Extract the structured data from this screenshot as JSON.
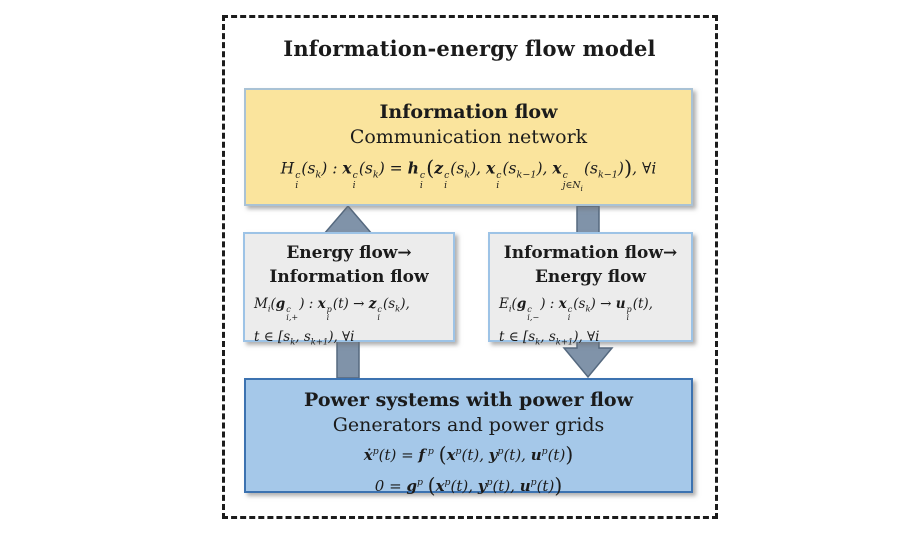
{
  "diagram": {
    "title": "Information-energy flow model",
    "info_box": {
      "heading": "Information flow",
      "subheading": "Communication network",
      "formula": "H<ss><ts>c</ts><bs>i</bs></ss>(s<sub>k</sub>) : <b>x</b><ss><ts>c</ts><bs>i</bs></ss>(s<sub>k</sub>) = <b>h</b><ss><ts>c</ts><bs>i</bs></ss><bp>(</bp><b>z</b><ss><ts>c</ts><bs>i</bs></ss>(s<sub>k</sub>), <b>x</b><ss><ts>c</ts><bs>i</bs></ss>(s<sub>k−1</sub>), <b>x</b><ss><ts>c</ts><bs>j∈N<sub>i</sub></bs></ss>(s<sub>k−1</sub>)<bp>)</bp>, ∀i"
    },
    "energy_to_info_box": {
      "heading_line1": "Energy flow→",
      "heading_line2": "Information flow",
      "formula_line1": "M<sub>i</sub>(<b>g</b><ss><ts>c</ts><bs>i,+</bs></ss>) : <b>x</b><ss><ts>p</ts><bs>i</bs></ss>(t) → <b>z</b><ss><ts>c</ts><bs>i</bs></ss>(s<sub>k</sub>),",
      "formula_line2": "t ∈ [s<sub>k</sub>, s<sub>k+1</sub>), ∀i"
    },
    "info_to_energy_box": {
      "heading_line1": "Information flow→",
      "heading_line2": "Energy flow",
      "formula_line1": "E<sub>i</sub>(<b>g</b><ss><ts>c</ts><bs>i,−</bs></ss>) : <b>x</b><ss><ts>c</ts><bs>i</bs></ss>(s<sub>k</sub>) → <b>u</b><ss><ts>p</ts><bs>i</bs></ss>(t),",
      "formula_line2": "t ∈ [s<sub>k</sub>, s<sub>k+1</sub>), ∀i"
    },
    "power_box": {
      "heading": "Power systems with power flow",
      "subheading": "Generators and power grids",
      "formula_line1": "<b>ẋ</b><sup>p</sup>(t) = <b>f</b><sup> p</sup> <bp>(</bp><b>x</b><sup>p</sup>(t), <b>y</b><sup>p</sup>(t), <b>u</b><sup>p</sup>(t)<bp>)</bp>",
      "formula_line2": "0 = <b>g</b><sup>p</sup> <bp>(</bp><b>x</b><sup>p</sup>(t), <b>y</b><sup>p</sup>(t), <b>u</b><sup>p</sup>(t)<bp>)</bp>"
    },
    "icons": {
      "up_arrow": "▲",
      "down_arrow": "▼"
    },
    "colors": {
      "info_box_fill": "#fae49d",
      "info_box_border": "#a9c2d5",
      "converter_fill": "#ececec",
      "converter_border": "#9dc3e6",
      "power_box_fill": "#a5c8e9",
      "power_box_border": "#3c72b0",
      "arrow_fill": "#8093a9",
      "arrow_edge": "#55697f",
      "frame_dash": "#1c1c1c"
    }
  }
}
